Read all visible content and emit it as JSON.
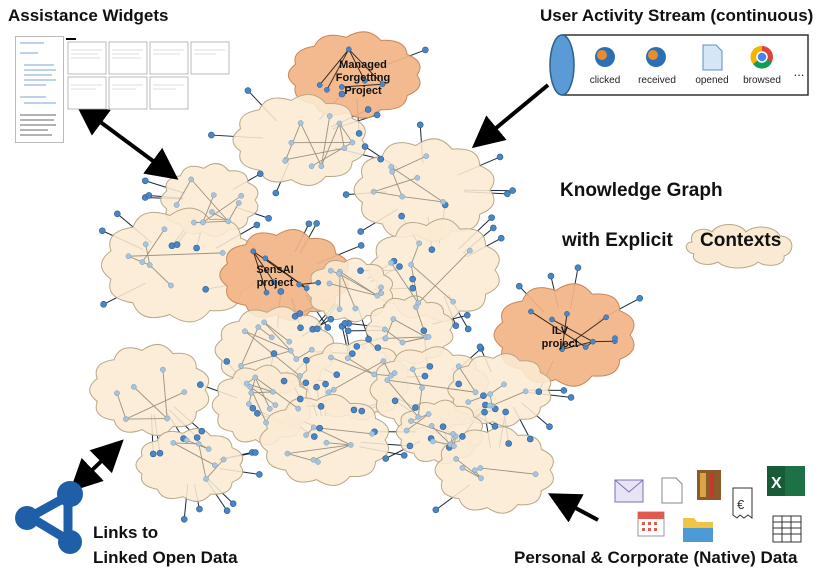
{
  "titles": {
    "assistance_widgets": "Assistance Widgets",
    "user_activity_stream": "User Activity Stream (continuous)",
    "knowledge_graph_line1": "Knowledge Graph",
    "knowledge_graph_line2": "with Explicit",
    "knowledge_graph_contexts": "Contexts",
    "links_line1": "Links to",
    "links_line2": "Linked Open Data",
    "native_data": "Personal & Corporate (Native) Data"
  },
  "contexts": {
    "managed_forgetting": [
      "Managed",
      "Forgetting",
      "Project"
    ],
    "sensai": [
      "SensAI",
      "project"
    ],
    "ilv": [
      "ILV",
      "project"
    ]
  },
  "stream_items": [
    {
      "label": "clicked",
      "icon": "thunderbird-icon"
    },
    {
      "label": "received",
      "icon": "thunderbird-icon"
    },
    {
      "label": "opened",
      "icon": "document-icon"
    },
    {
      "label": "browsed",
      "icon": "chrome-icon"
    },
    {
      "label": "...",
      "icon": ""
    }
  ],
  "native_icons": [
    "mail-icon",
    "file-icon",
    "book-icon",
    "invoice-euro-icon",
    "excel-icon",
    "calendar-icon",
    "folder-icon",
    "table-icon"
  ],
  "colors": {
    "cloud_fill": "#fbead3",
    "cloud_stroke": "#b8a88a",
    "context_fill": "#f2b487",
    "context_stroke": "#c9875a",
    "node": "#4a86c5",
    "node_light": "#a8c4dd",
    "edge": "#1b2a3a"
  }
}
